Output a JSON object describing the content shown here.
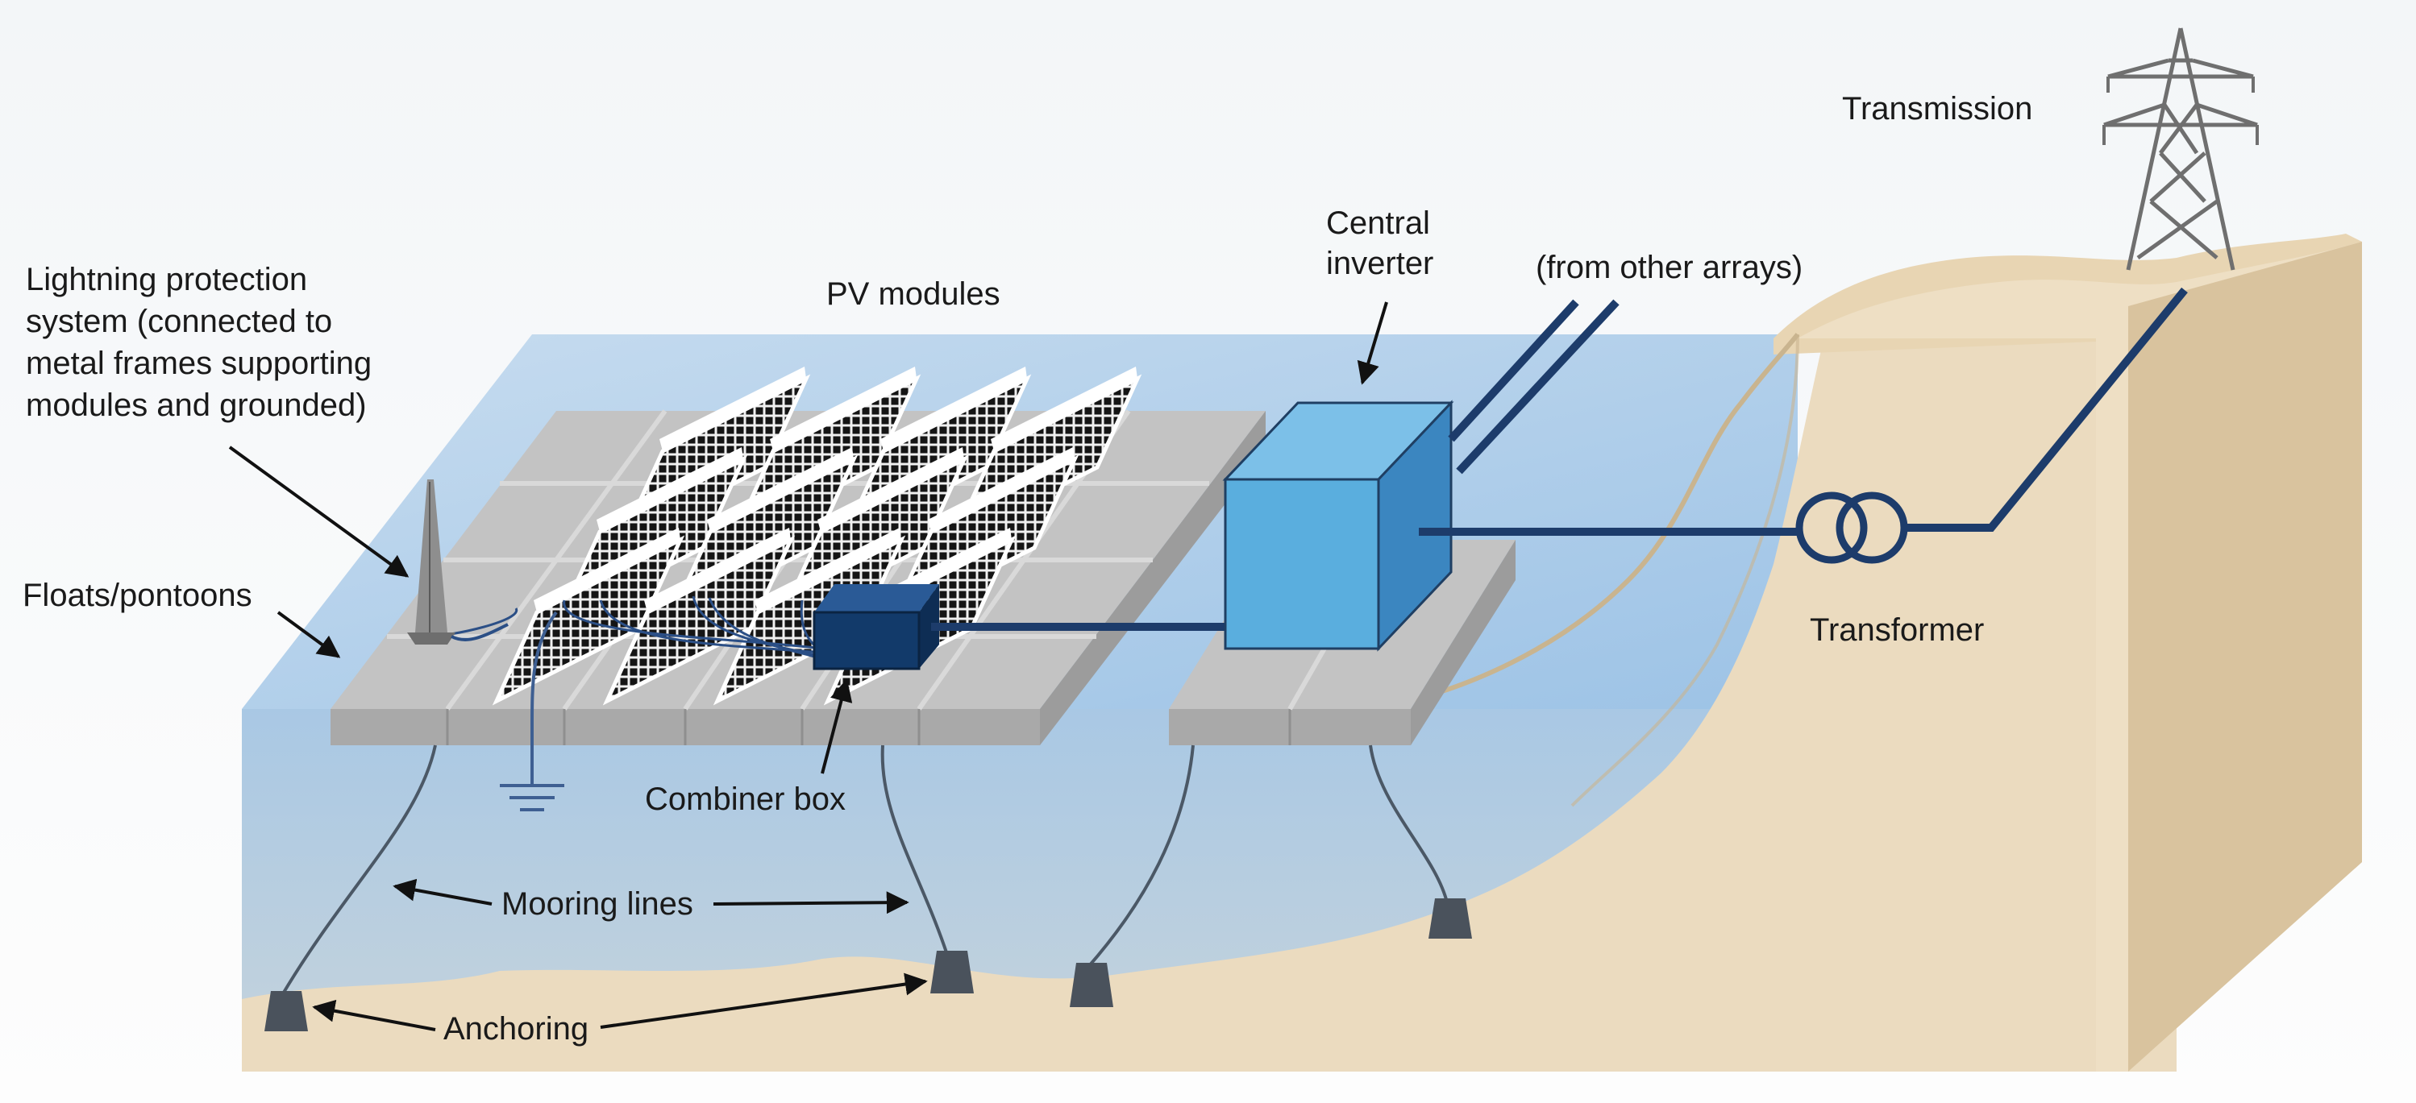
{
  "labels": {
    "transmission": "Transmission",
    "central_inverter_line1": "Central",
    "central_inverter_line2": "inverter",
    "from_other_arrays": "(from other arrays)",
    "pv_modules": "PV modules",
    "lightning_line1": "Lightning protection",
    "lightning_line2": "system (connected to",
    "lightning_line3": "metal frames supporting",
    "lightning_line4": "modules and grounded)",
    "floats": "Floats/pontoons",
    "transformer": "Transformer",
    "combiner_box": "Combiner box",
    "mooring_lines": "Mooring lines",
    "anchoring": "Anchoring"
  },
  "colors": {
    "water_surface": "#b9d3ec",
    "water_body": "#c9d6de",
    "land": "#ecdcc0",
    "land_side": "#d8c29d",
    "float": "#bdbdbd",
    "panel": "#1b1b1b",
    "inverter": "#4fa6d8",
    "combiner": "#123a6a",
    "cable": "#1d3c6b"
  }
}
